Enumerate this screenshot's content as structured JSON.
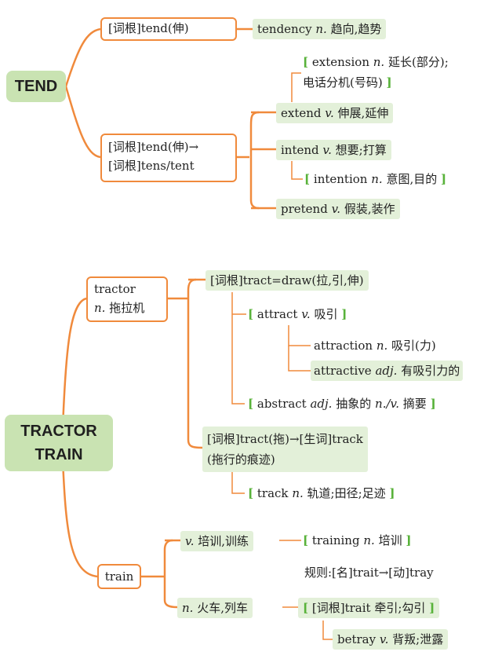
{
  "colors": {
    "branch": "#f08a3c",
    "connector": "#f08a3c",
    "chip_bg": "#e3f0d9",
    "root_bg": "#c9e3b2",
    "bracket": "#58b23a"
  },
  "tend": {
    "root": "TEND",
    "box1": "[词根]tend(伸)",
    "tendency": {
      "word": "tendency",
      "pos": "n.",
      "meaning": "趋向,趋势"
    },
    "box2_line1": "[词根]tend(伸)→",
    "box2_line2": "[词根]tens/tent",
    "extension": {
      "word": "extension",
      "pos": "n.",
      "meaning": "延长(部分);",
      "meaning2": "电话分机(号码)"
    },
    "extend": {
      "word": "extend",
      "pos": "v.",
      "meaning": "伸展,延伸"
    },
    "intend": {
      "word": "intend",
      "pos": "v.",
      "meaning": "想要;打算"
    },
    "intention": {
      "word": "intention",
      "pos": "n.",
      "meaning": "意图,目的"
    },
    "pretend": {
      "word": "pretend",
      "pos": "v.",
      "meaning": "假装,装作"
    }
  },
  "tractor": {
    "root_line1": "TRACTOR",
    "root_line2": "TRAIN",
    "box_tractor_line1": "tractor",
    "box_tractor_pos": "n.",
    "box_tractor_meaning": "拖拉机",
    "root_tract": "[词根]tract=draw(拉,引,伸)",
    "attract": {
      "word": "attract",
      "pos": "v.",
      "meaning": "吸引"
    },
    "attraction": {
      "word": "attraction",
      "pos": "n.",
      "meaning": "吸引(力)"
    },
    "attractive": {
      "word": "attractive",
      "pos": "adj.",
      "meaning": "有吸引力的"
    },
    "abstract": {
      "word": "abstract",
      "pos": "adj.",
      "meaning": "抽象的",
      "pos2": "n./v.",
      "meaning2": "摘要"
    },
    "tract_drag_line1": "[词根]tract(拖)→[生词]track",
    "tract_drag_line2": "(拖行的痕迹)",
    "track": {
      "word": "track",
      "pos": "n.",
      "meaning": "轨道;田径;足迹"
    },
    "train_box": "train",
    "train_v": {
      "pos": "v.",
      "meaning": "培训,训练"
    },
    "training": {
      "word": "training",
      "pos": "n.",
      "meaning": "培训"
    },
    "train_n": {
      "pos": "n.",
      "meaning": "火车,列车"
    },
    "rule": "规则:[名]trait→[动]tray",
    "trait_root": "[词根]trait 牵引;勾引",
    "betray": {
      "word": "betray",
      "pos": "v.",
      "meaning": "背叛;泄露"
    }
  }
}
